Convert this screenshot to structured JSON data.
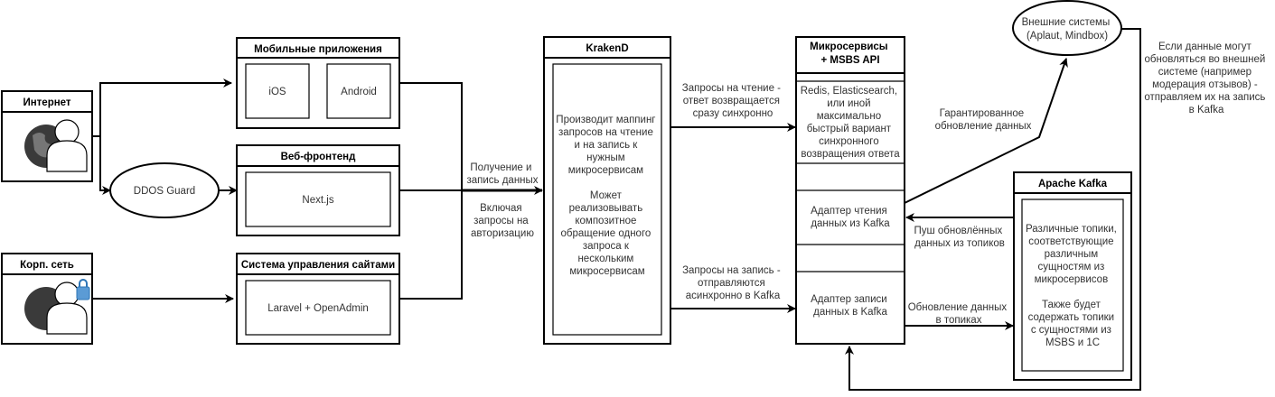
{
  "diagram": {
    "sources": {
      "internet": {
        "title": "Интернет",
        "icon": "globe-user-icon"
      },
      "corp": {
        "title": "Корп. сеть",
        "icon": "globe-user-lock-icon"
      }
    },
    "ddos": {
      "label": "DDOS Guard"
    },
    "mobile": {
      "title": "Мобильные приложения",
      "ios": "iOS",
      "android": "Android"
    },
    "web": {
      "title": "Веб-фронтенд",
      "next": "Next.js"
    },
    "cms": {
      "title": "Система управления сайтами",
      "laravel": "Laravel + OpenAdmin"
    },
    "gateway_edge": {
      "top": [
        "Получение и",
        "запись данных"
      ],
      "bottom": [
        "Включая",
        "запросы на",
        "авторизацию"
      ]
    },
    "krakend": {
      "title": "KrakenD",
      "body": [
        "Производит маппинг",
        "запросов на чтение",
        "и на запись к",
        "нужным",
        "микросервисам",
        "",
        "Может",
        "реализовывать",
        "композитное",
        "обращение одного",
        "запроса к",
        "нескольким",
        "микросервисам"
      ]
    },
    "read_edge": [
      "Запросы на чтение -",
      "ответ возвращается",
      "сразу синхронно"
    ],
    "write_edge": [
      "Запросы на запись -",
      "отправляются",
      "асинхронно в Kafka"
    ],
    "micro": {
      "title": [
        "Микросервисы",
        "+ MSBS API"
      ],
      "cache": [
        "Redis, Elasticsearch,",
        "или иной",
        "максимально",
        "быстрый вариант",
        "синхронного",
        "возвращения ответа"
      ],
      "reader": [
        "Адаптер чтения",
        "данных из Kafka"
      ],
      "writer": [
        "Адаптер записи",
        "данных в Kafka"
      ]
    },
    "external": {
      "label": [
        "Внешние системы",
        "(Aplaut, Mindbox)"
      ]
    },
    "guaranteed_edge": [
      "Гарантированное",
      "обновление данных"
    ],
    "external_note": [
      "Если данные могут",
      "обновляться во внешней",
      "системе (например",
      "модерация отзывов) -",
      "отправляем их на запись",
      "в Kafka"
    ],
    "push_edge": [
      "Пуш обновлённых",
      "данных из топиков"
    ],
    "update_edge": [
      "Обновление данных",
      "в топиках"
    ],
    "kafka": {
      "title": "Apache Kafka",
      "body": [
        "Различные топики,",
        "соответствующие",
        "различным",
        "сущностям из",
        "микросервисов",
        "",
        "Также будет",
        "содержать топики",
        "с сущностями из",
        "MSBS и 1С"
      ]
    }
  }
}
